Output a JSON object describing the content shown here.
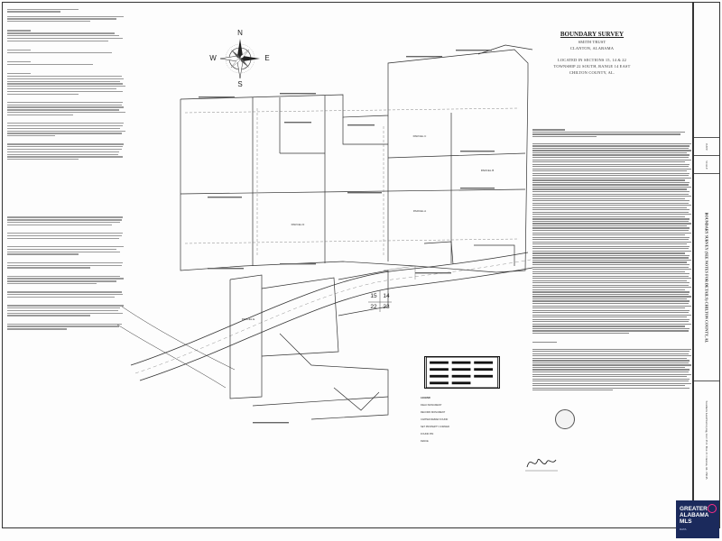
{
  "header": {
    "title": "BOUNDARY SURVEY",
    "owner": "SMITH TRUST",
    "location_city": "CLANTON, ALABAMA",
    "location_line1": "LOCATED IN SECTIONS 15, 14 & 22",
    "location_line2": "TOWNSHIP 22 SOUTH, RANGE 14 EAST",
    "location_line3": "CHILTON COUNTY, AL."
  },
  "compass": {
    "north": "N",
    "south": "S",
    "east": "E",
    "west": "W"
  },
  "plan": {
    "parcel_labels": [
      "PARCEL D",
      "PARCEL C",
      "PARCEL B",
      "PARCEL A",
      "PARCEL E"
    ],
    "section_numbers": [
      "15",
      "14",
      "22",
      "23"
    ]
  },
  "legend": {
    "rows": [
      "LEGEND",
      "FIELD MONUMENT",
      "RECORD MONUMENT",
      "CAPPED REBAR FOUND",
      "SET PROPERTY CORNER",
      "FOUND PIN",
      "FENCE"
    ]
  },
  "right_strip": {
    "cells": [
      "BOUNDARY SURVEY (SEE NOTES FOR DETAILS) CHILTON COUNTY, AL",
      "Southern Land Surveying, LLC P.O. Box 21 Clanton, AL 35045",
      "DATE",
      "SCALE"
    ]
  },
  "logo": {
    "line1": "GREATER",
    "line2": "ALABAMA",
    "line3": "MLS",
    "sub": "DATA"
  },
  "colors": {
    "ink": "#222222",
    "logo_bg": "#1b2a5c",
    "logo_accent": "#ff2d86"
  }
}
